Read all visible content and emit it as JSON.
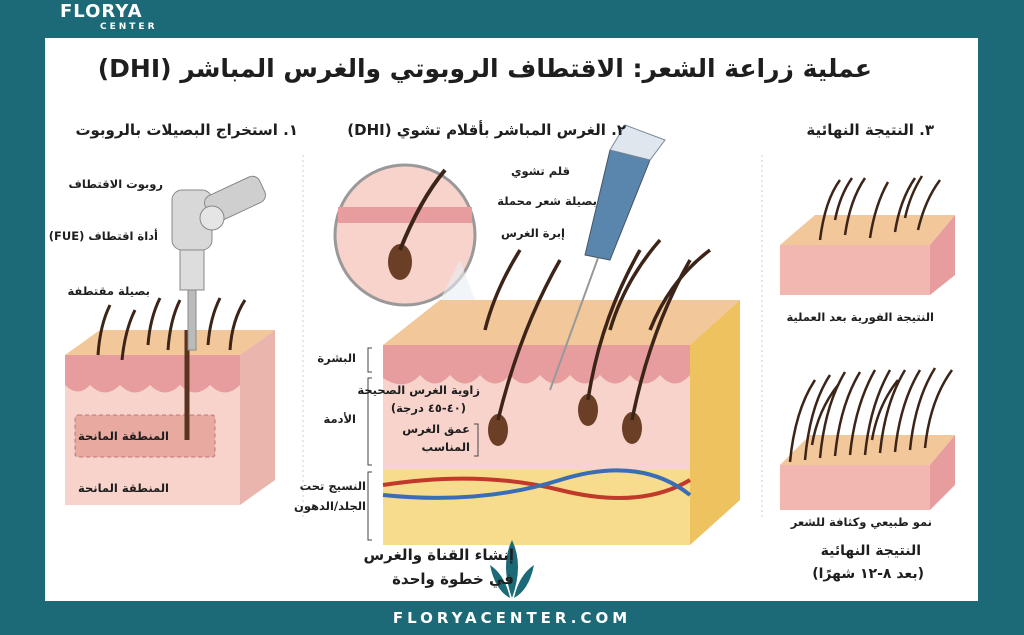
{
  "title": "عملية زراعة الشعر: الاقتطاف الروبوتي والغرس المباشر (DHI)",
  "logo": {
    "name": "FLORYA",
    "sub": "CENTER"
  },
  "sections": [
    {
      "heading": "١. استخراج البصيلات بالروبوت",
      "labels": {
        "robot": "روبوت الاقتطاف",
        "tool": "أداة اقتطاف (FUE)",
        "follicle": "بصيلة مقتطفة",
        "donor_box": "المنطقة المانحة",
        "donor": "المنطقة المانحة"
      }
    },
    {
      "heading": "٢. الغرس المباشر بأقلام تشوي (DHI)",
      "labels": {
        "pen": "قلم تشوي",
        "loaded": "بصيلة شعر محملة",
        "needle": "إبرة الغرس",
        "epidermis": "البشرة",
        "dermis": "الأدمة",
        "fat1": "النسيج تحت",
        "fat2": "الجلد/الدهون",
        "angle1": "زاوية الغرس الصحيحة",
        "angle2": "(٤٠-٤٥ درجة)",
        "depth1": "عمق الغرس",
        "depth2": "المناسب",
        "step1": "إنشاء القناة والغرس",
        "step2": "في خطوة واحدة"
      }
    },
    {
      "heading": "٣. النتيجة النهائية",
      "labels": {
        "immediate": "النتيجة الفورية بعد العملية",
        "growth": "نمو طبيعي وكثافة للشعر",
        "final": "النتيجة النهائية",
        "time": "(بعد ٨-١٢ شهرًا)"
      }
    }
  ],
  "footer": {
    "url": "FLORYACENTER.COM"
  },
  "colors": {
    "frame": "#1c6a77",
    "skin": "#f2c79a",
    "dermis": "#f3c9c4",
    "fat": "#f6dc8c"
  }
}
